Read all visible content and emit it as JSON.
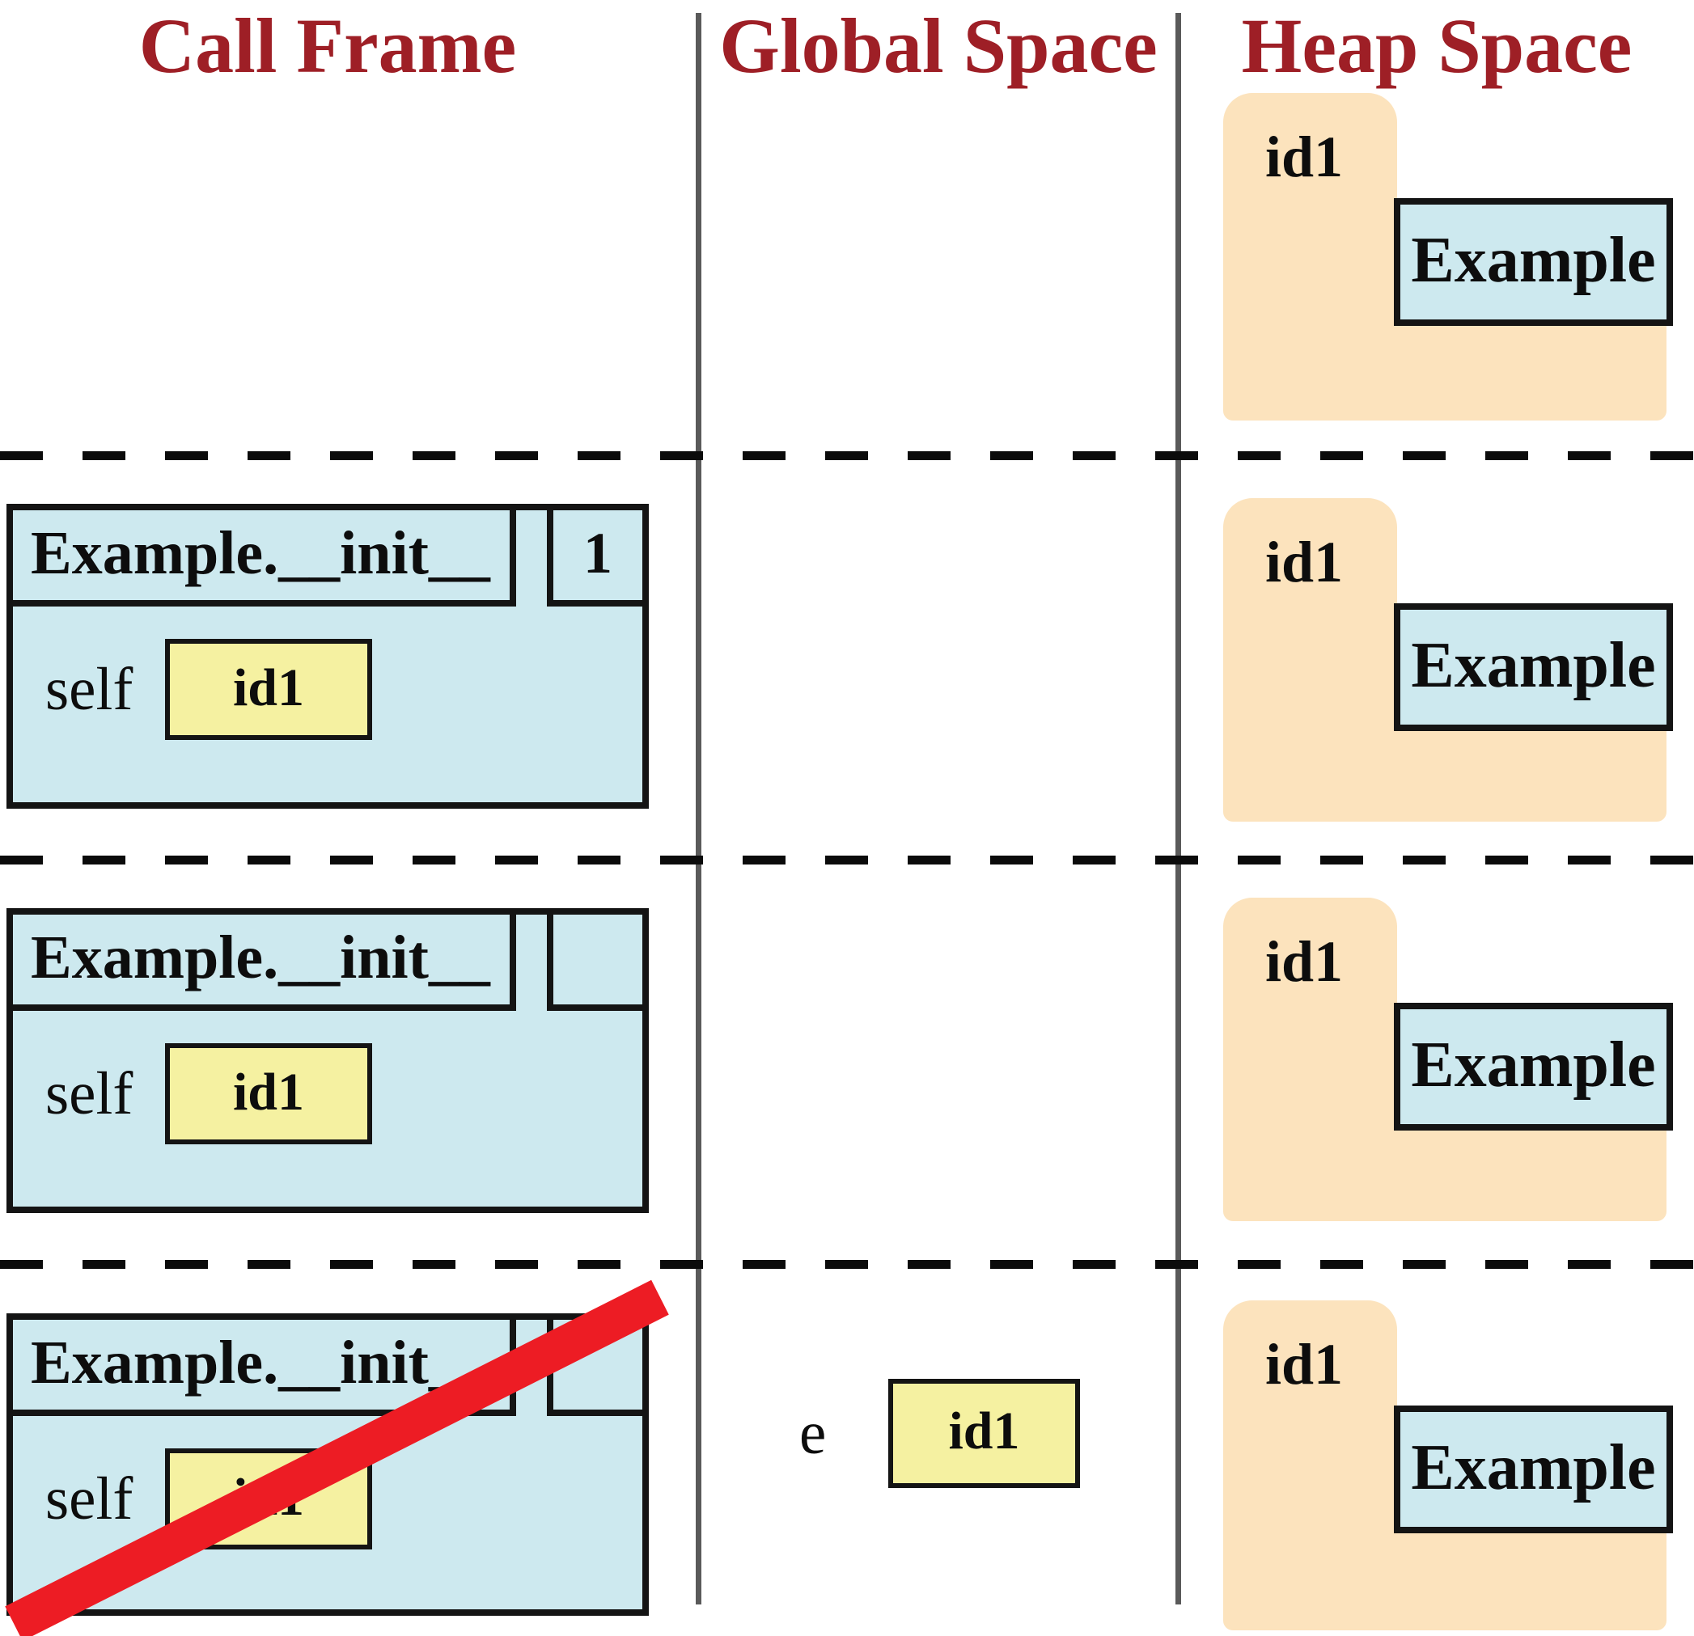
{
  "headers": {
    "call_frame": "Call Frame",
    "global_space": "Global Space",
    "heap_space": "Heap Space"
  },
  "frames": [
    {
      "title": "Example.__init__",
      "counter": "1",
      "var_name": "self",
      "var_value": "id1",
      "crossed_out": false
    },
    {
      "title": "Example.__init__",
      "counter": "",
      "var_name": "self",
      "var_value": "id1",
      "crossed_out": false
    },
    {
      "title": "Example.__init__",
      "counter": "",
      "var_name": "self",
      "var_value": "id1",
      "crossed_out": true
    }
  ],
  "global_space": {
    "var_name": "e",
    "var_value": "id1"
  },
  "heap_objects": [
    {
      "id": "id1",
      "class_name": "Example"
    },
    {
      "id": "id1",
      "class_name": "Example"
    },
    {
      "id": "id1",
      "class_name": "Example"
    },
    {
      "id": "id1",
      "class_name": "Example"
    }
  ],
  "colors": {
    "frame_fill": "#cde9ef",
    "value_fill": "#f5f1a1",
    "folder_fill": "#fce3bd",
    "header_text": "#9e1f26",
    "cross_out": "#ed1c24",
    "border": "#141414",
    "divider": "#5a5a5a"
  }
}
